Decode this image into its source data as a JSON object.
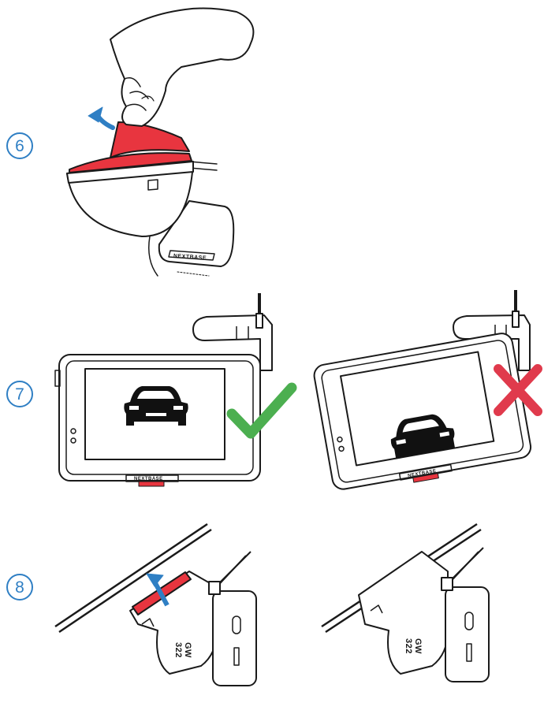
{
  "steps": [
    {
      "number": "6"
    },
    {
      "number": "7"
    },
    {
      "number": "8"
    }
  ],
  "brand": {
    "logo_text": "NEXTBASE"
  },
  "model": {
    "side_text_line1": "322",
    "side_text_line2": "GW"
  },
  "colors": {
    "badge": "#2f7fc4",
    "adhesive_red": "#e8353f",
    "arrow_blue": "#2f7fc4",
    "check_green": "#4caf50",
    "cross_red": "#e03a4c",
    "outline": "#1a1a1a"
  },
  "icons": [
    "hand",
    "curved-arrow",
    "car",
    "checkmark",
    "cross",
    "straight-arrow"
  ]
}
